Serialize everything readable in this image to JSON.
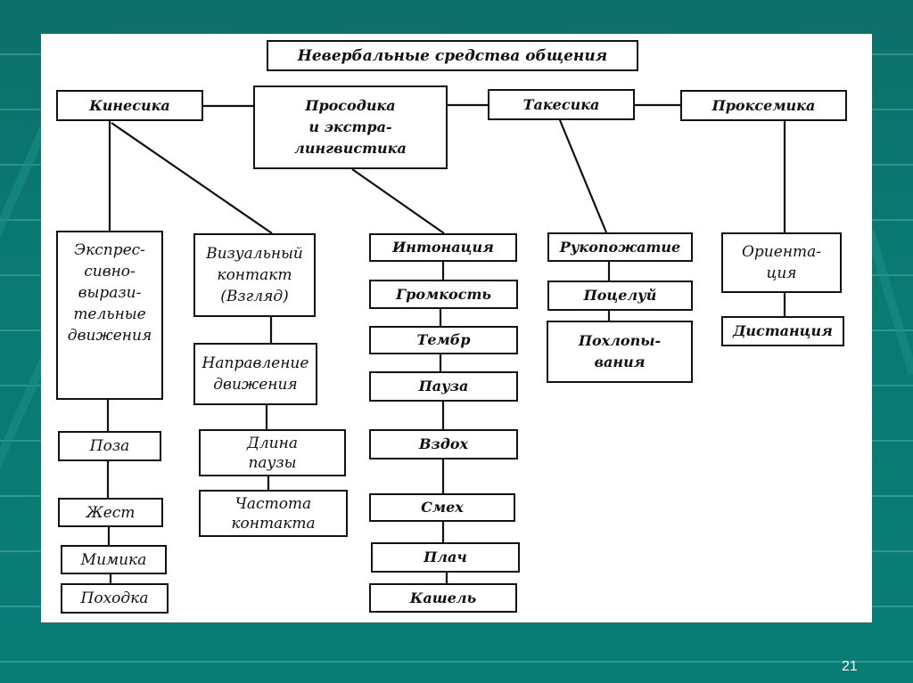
{
  "slide": {
    "page_number": "21",
    "accent_color": "#0a7a73",
    "background_color": "#ffffff"
  },
  "diagram": {
    "title": "Невербальные средства общения",
    "categories": {
      "kinesics": {
        "label": "Кинесика",
        "children": {
          "expressive": "Экспрес-\nсивно-\nвырази-\nтельные\nдвижения",
          "visual_contact": "Визуальный\nконтакт\n(Взгляд)",
          "direction": "Направление\nдвижения",
          "pause_length": "Длина\nпаузы",
          "contact_frequency": "Частота\nконтакта",
          "pose": "Поза",
          "gesture": "Жест",
          "mimicry": "Мимика",
          "gait": "Походка"
        }
      },
      "prosody": {
        "label": "Просодика\nи экстра-\nлингвистика",
        "children": {
          "intonation": "Интонация",
          "loudness": "Громкость",
          "timbre": "Тембр",
          "pause": "Пауза",
          "sigh": "Вздох",
          "laughter": "Смех",
          "crying": "Плач",
          "cough": "Кашель"
        }
      },
      "takesics": {
        "label": "Такесика",
        "children": {
          "handshake": "Рукопожатие",
          "kiss": "Поцелуй",
          "patting": "Похлопы-\nвания"
        }
      },
      "proxemics": {
        "label": "Проксемика",
        "children": {
          "orientation": "Ориента-\nция",
          "distance": "Дистанция"
        }
      }
    }
  }
}
